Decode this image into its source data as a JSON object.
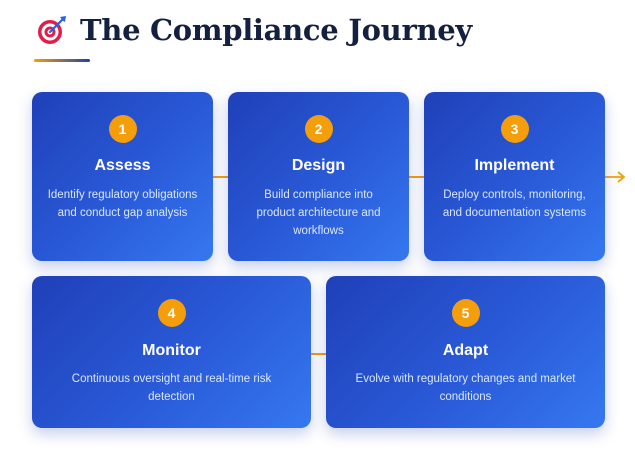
{
  "header": {
    "title": "The Compliance Journey",
    "icon": "target-icon"
  },
  "colors": {
    "accent": "#f59e0b",
    "card_start": "#1f40b8",
    "card_end": "#3578ef",
    "title": "#14203f"
  },
  "steps": [
    {
      "number": "1",
      "title": "Assess",
      "description": "Identify regulatory obligations and conduct gap analysis"
    },
    {
      "number": "2",
      "title": "Design",
      "description": "Build compliance into product architecture and workflows"
    },
    {
      "number": "3",
      "title": "Implement",
      "description": "Deploy controls, monitoring, and documentation systems"
    },
    {
      "number": "4",
      "title": "Monitor",
      "description": "Continuous oversight and real-time risk detection"
    },
    {
      "number": "5",
      "title": "Adapt",
      "description": "Evolve with regulatory changes and market conditions"
    }
  ]
}
